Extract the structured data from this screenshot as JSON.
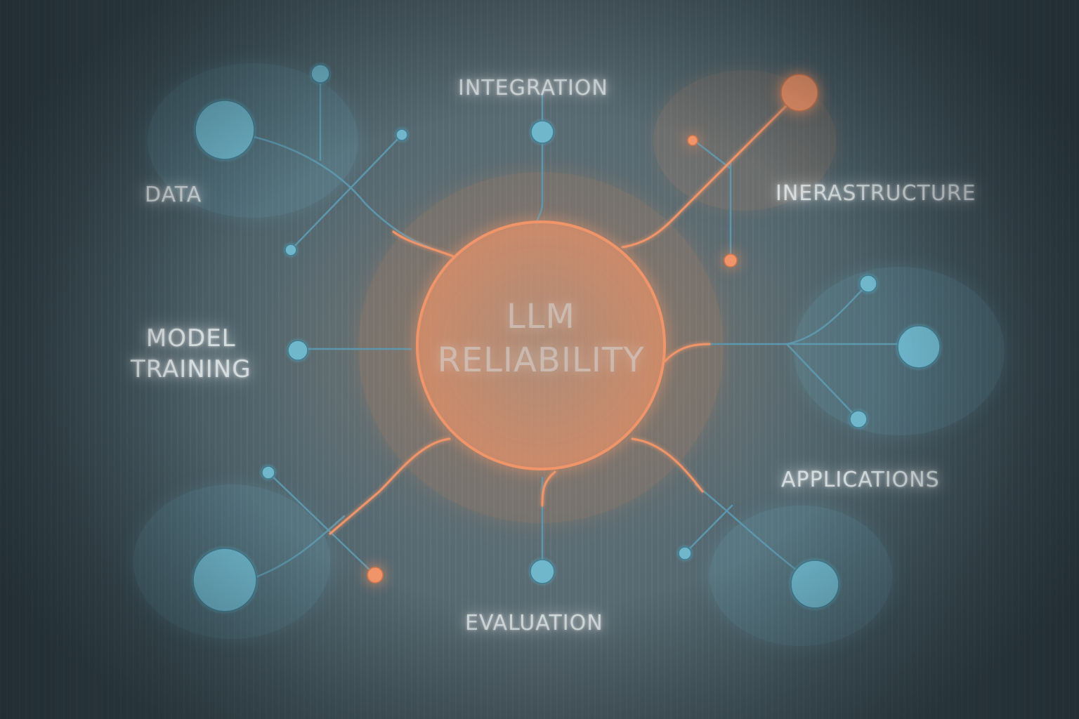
{
  "center": {
    "line1": "LLM",
    "line2": "RELIABILITY"
  },
  "labels": {
    "data": "DATA",
    "integration": "INTEGRATION",
    "infrastructure": "INERASTRUCTURE",
    "model_training_line1": "MODEL",
    "model_training_line2": "TRAINING",
    "applications": "APPLICATIONS",
    "evaluation": "EVALUATION"
  },
  "colors": {
    "accent_orange": "#f0956a",
    "accent_blue": "#6fb7cc",
    "line_blue": "#5d97ad",
    "label_text": "#e1e6e8"
  }
}
